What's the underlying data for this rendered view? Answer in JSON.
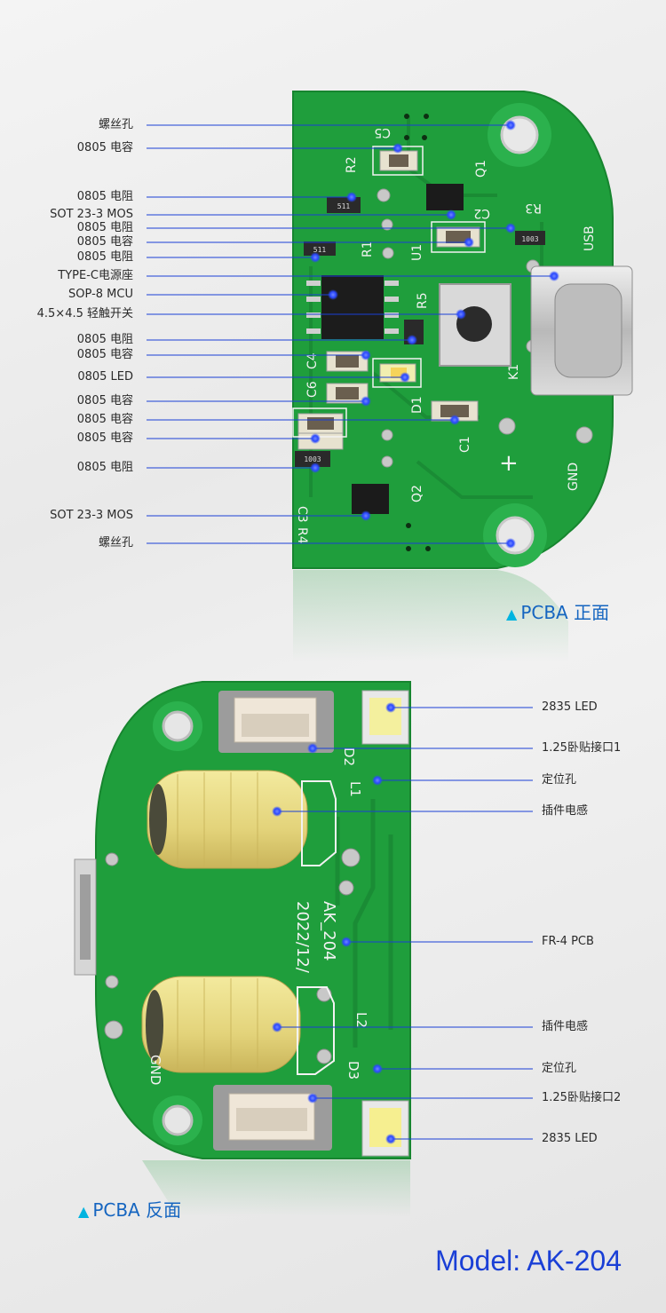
{
  "front": {
    "caption_marker": "▲",
    "caption": "PCBA 正面",
    "labels": [
      {
        "text": "螺丝孔"
      },
      {
        "text": "0805 电容"
      },
      {
        "text": "0805 电阻"
      },
      {
        "text": "SOT 23-3 MOS"
      },
      {
        "text": "0805 电阻"
      },
      {
        "text": "0805 电容"
      },
      {
        "text": "0805 电阻"
      },
      {
        "text": "TYPE-C电源座"
      },
      {
        "text": "SOP-8 MCU"
      },
      {
        "text": "4.5×4.5 轻触开关"
      },
      {
        "text": "0805 电阻"
      },
      {
        "text": "0805 电容"
      },
      {
        "text": "0805 LED"
      },
      {
        "text": "0805 电容"
      },
      {
        "text": "0805 电容"
      },
      {
        "text": "0805 电容"
      },
      {
        "text": "0805 电阻"
      },
      {
        "text": "SOT 23-3 MOS"
      },
      {
        "text": "螺丝孔"
      }
    ],
    "silkscreen": [
      "C5",
      "R2",
      "Q1",
      "C2",
      "R3",
      "USB",
      "R1",
      "U1",
      "R5",
      "C4",
      "C6",
      "K1",
      "D1",
      "C1",
      "GND",
      "+",
      "Q2",
      "C3",
      "R4",
      "511",
      "1003"
    ]
  },
  "back": {
    "caption_marker": "▲",
    "caption": "PCBA 反面",
    "labels": [
      {
        "text": "2835  LED"
      },
      {
        "text": "1.25卧贴接口1"
      },
      {
        "text": "定位孔"
      },
      {
        "text": "插件电感"
      },
      {
        "text": "FR-4  PCB"
      },
      {
        "text": "插件电感"
      },
      {
        "text": "定位孔"
      },
      {
        "text": "1.25卧贴接口2"
      },
      {
        "text": "2835  LED"
      }
    ],
    "silkscreen": [
      "D2",
      "L1",
      "AK_204",
      "2022/12/",
      "L2",
      "D3",
      "GND"
    ]
  },
  "model": "Model: AK-204",
  "colors": {
    "pcb_green": "#1f9e3c",
    "pcb_dark": "#16822f",
    "line_blue": "#1a3fd6",
    "dot_blue": "#2a48ff",
    "inductor": "#e8dc8c"
  }
}
